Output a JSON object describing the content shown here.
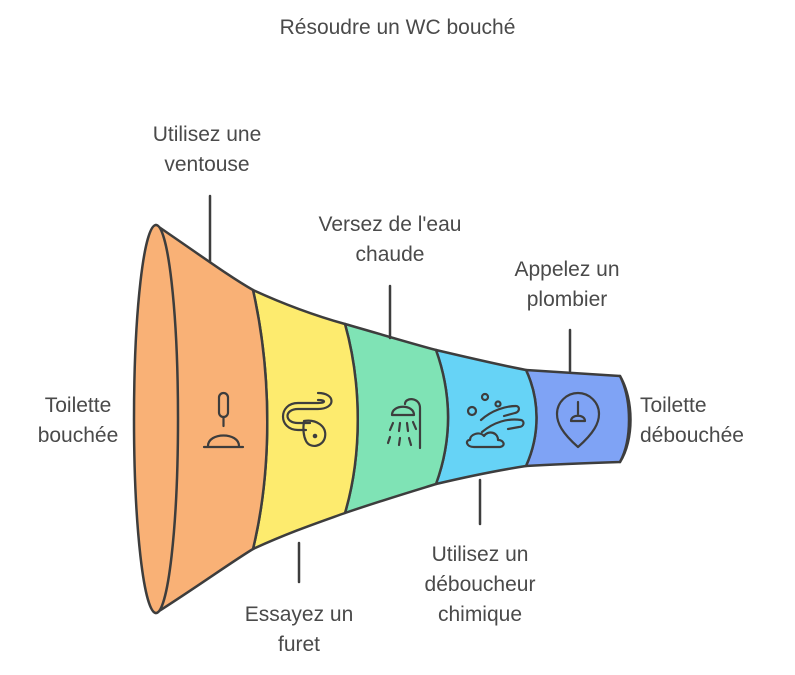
{
  "title": "Résoudre un WC bouché",
  "start": {
    "line1": "Toilette",
    "line2": "bouchée"
  },
  "end": {
    "line1": "Toilette",
    "line2": "débouchée"
  },
  "steps": [
    {
      "line1": "Utilisez une",
      "line2": "ventouse",
      "icon": "plunger-icon",
      "color": "#F9B176"
    },
    {
      "line1": "Essayez un",
      "line2": "furet",
      "icon": "snake-icon",
      "color": "#FDEB6E"
    },
    {
      "line1": "Versez de l'eau",
      "line2": "chaude",
      "icon": "shower-icon",
      "color": "#7FE3B5"
    },
    {
      "line1": "Utilisez un",
      "line2": "déboucheur",
      "line3": "chimique",
      "icon": "cleaning-hands-icon",
      "color": "#66D3F6"
    },
    {
      "line1": "Appelez un",
      "line2": "plombier",
      "icon": "plumber-plunger-icon",
      "color": "#7FA3F5"
    }
  ]
}
